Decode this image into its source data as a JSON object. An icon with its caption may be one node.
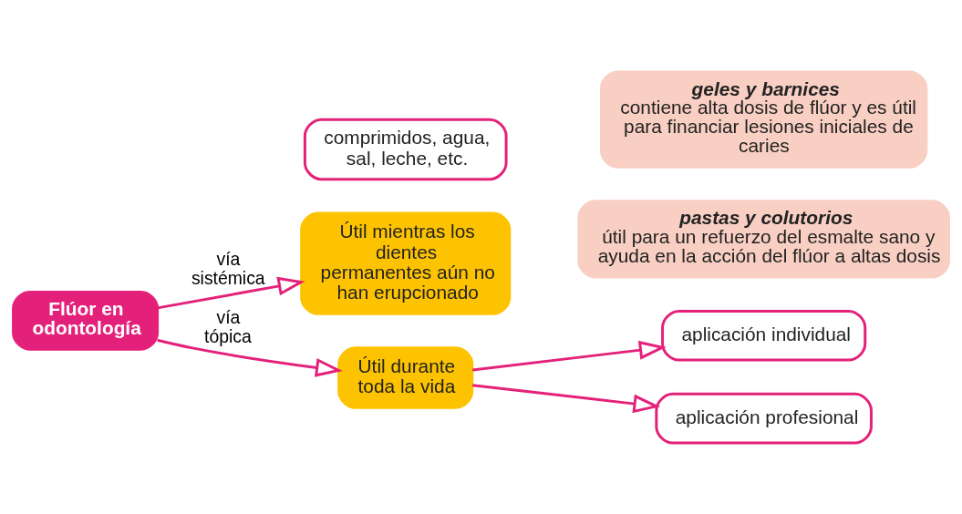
{
  "diagram": {
    "nodes": [
      {
        "text": [
          "Flúor en odontología"
        ]
      },
      {
        "text": [
          "Útil mientras los dientes permanentes aún no han erupcionado"
        ]
      },
      {
        "text": [
          "comprimidos, agua, sal, leche, etc."
        ]
      },
      {
        "text": [
          "Útil durante toda la vida"
        ]
      },
      {
        "text": [
          "aplicación individual"
        ]
      },
      {
        "text": [
          "aplicación profesional"
        ]
      },
      {
        "text": [
          "pastas y colutorios",
          "útil para un refuerzo del esmalte sano y ayuda en la acción del flúor a altas dosis"
        ]
      },
      {
        "text": [
          "geles y barnices",
          "contiene alta dosis de flúor y es útil para financiar lesiones iniciales de caries"
        ]
      }
    ],
    "edges": [
      {
        "from": 0,
        "to": 1,
        "arrow": "to",
        "label": "vía sistémica"
      },
      {
        "from": 0,
        "to": 3,
        "arrow": "to",
        "label": "vía tópica"
      },
      {
        "from": 3,
        "to": 4,
        "arrow": "to"
      },
      {
        "from": 3,
        "to": 5,
        "arrow": "to"
      }
    ]
  }
}
